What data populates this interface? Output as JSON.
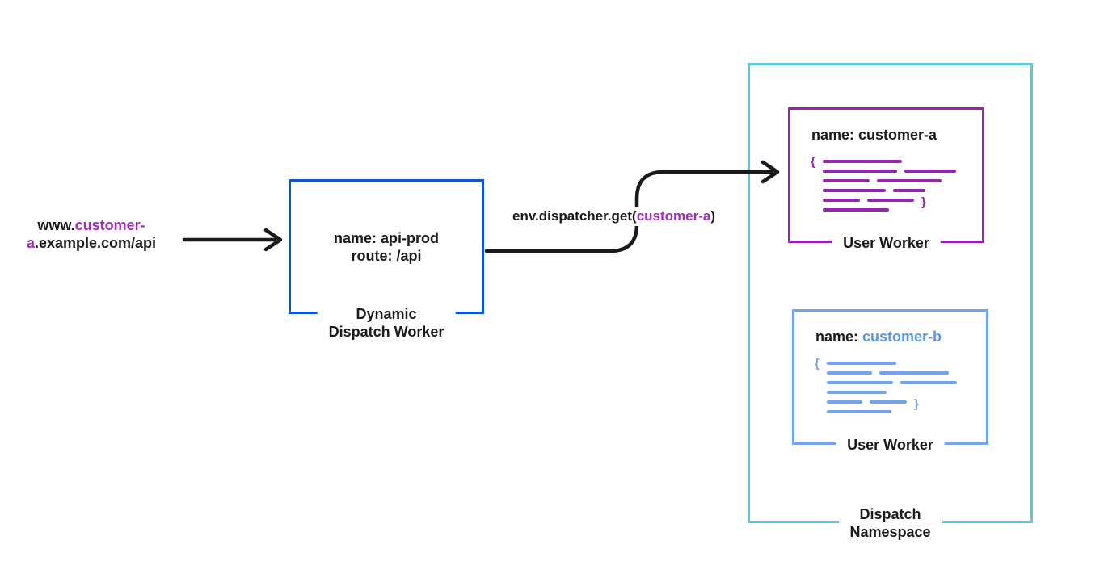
{
  "colors": {
    "ink": "#1a1a1a",
    "blue": "#0b55d4",
    "purple": "#9326af",
    "purple_text": "#a32bc4",
    "lightblue": "#74a3ee",
    "lightblue_text": "#5b96ee",
    "cyan": "#5bc8e1"
  },
  "url": {
    "line1_prefix": "www.",
    "line1_highlight": "customer-",
    "line2_highlight": "a",
    "line2_suffix": ".example.com/api"
  },
  "dispatch_worker": {
    "name_line": "name: api-prod",
    "route_line": "route: /api",
    "label_line1": "Dynamic",
    "label_line2": "Dispatch Worker"
  },
  "env_call": {
    "prefix": "env.dispatcher.get(",
    "arg": "customer-a",
    "suffix": ")"
  },
  "namespace": {
    "label_line1": "Dispatch",
    "label_line2": "Namespace"
  },
  "workers": [
    {
      "title_prefix": "name: ",
      "title_name": "customer-a",
      "label": "User Worker",
      "open_brace": "{",
      "close_brace": "}",
      "code_rows": [
        [
          98
        ],
        [
          92,
          64
        ],
        [
          58,
          80
        ],
        [
          78,
          40
        ],
        [
          46,
          58
        ],
        [
          82
        ]
      ]
    },
    {
      "title_prefix": "name: ",
      "title_name": "customer-b",
      "label": "User Worker",
      "open_brace": "{",
      "close_brace": "}",
      "code_rows": [
        [
          86
        ],
        [
          56,
          86
        ],
        [
          82,
          70
        ],
        [
          74
        ],
        [
          44,
          46
        ],
        [
          80
        ]
      ]
    }
  ]
}
